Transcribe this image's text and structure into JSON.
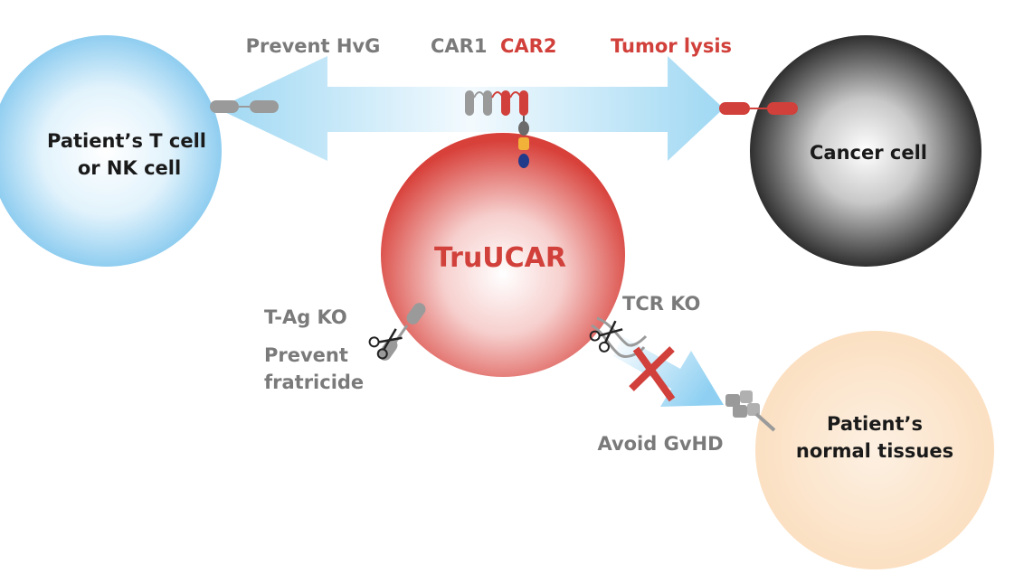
{
  "labels": {
    "prevent_hvg": "Prevent HvG",
    "car1": "CAR1",
    "car2": "CAR2",
    "tumor_lysis": "Tumor lysis",
    "patient_t_cell_line1": "Patient’s T cell",
    "patient_t_cell_line2": "or NK cell",
    "cancer_cell": "Cancer cell",
    "trucar": "TruUCAR",
    "tag_ko": "T-Ag KO",
    "prevent_line1": "Prevent",
    "prevent_line2": "fratricide",
    "tcr_ko": "TCR KO",
    "avoid_gvhd": "Avoid GvHD",
    "normal_tissues_line1": "Patient’s",
    "normal_tissues_line2": "normal tissues"
  },
  "colors": {
    "red": "#d1403a",
    "gray": "#7a7a7a",
    "blue_cell": "#8fcdf0",
    "cancer_cell": "#3a3a3a",
    "tissue_cell": "#fbe3c8",
    "arrow": "#9fd8f3"
  },
  "icons": [
    "scissors-icon",
    "cross-icon",
    "receptor-icon"
  ]
}
